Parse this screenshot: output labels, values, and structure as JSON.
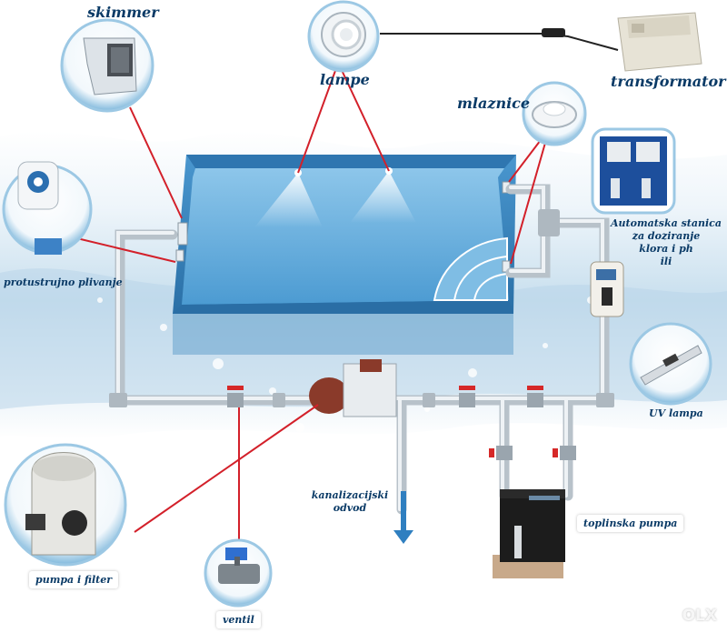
{
  "labels": {
    "skimmer": "skimmer",
    "lampe": "lampe",
    "transformator": "transformator",
    "mlaznice": "mlaznice",
    "protustrujno": "protustrujno plivanje",
    "dozirna_1": "Automatska stanica",
    "dozirna_2": "za doziranje",
    "dozirna_3": "klora i ph",
    "dozirna_4": "ili",
    "uv": "UV lampa",
    "kanal_1": "kanalizacijski",
    "kanal_2": "odvod",
    "toplinska": "toplinska pumpa",
    "pumpa": "pumpa i filter",
    "ventil": "ventil"
  },
  "watermark": "OLX",
  "colors": {
    "pool": "#3d8cc4",
    "pool_inner": "#5fa9dc",
    "pipe": "#cfd6dc",
    "leader": "#d3202a",
    "label": "#0a3a66",
    "water_bg": "#dbe9f2",
    "valve": "#d62828"
  }
}
